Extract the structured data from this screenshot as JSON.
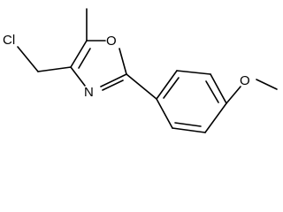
{
  "molecule": {
    "atoms": {
      "chlorine": "Cl",
      "ring_oxygen": "O",
      "ring_nitrogen": "N",
      "methoxy_oxygen": "O"
    },
    "line_color": "#000000",
    "background": "#ffffff"
  }
}
